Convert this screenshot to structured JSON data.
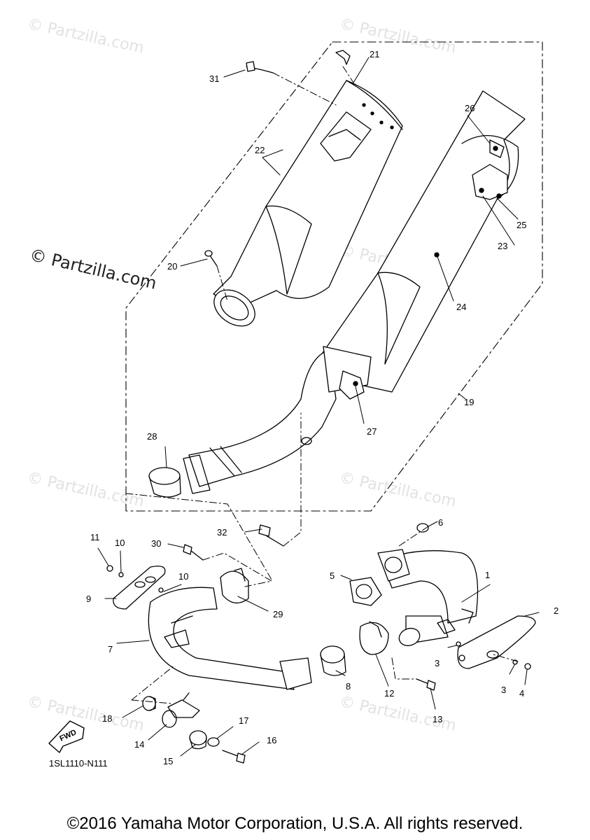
{
  "watermark": "© Partzilla.com",
  "brand_watermark": "© Partzilla.com",
  "diagram_code": "1SL1110-N111",
  "copyright": "©2016 Yamaha Motor Corporation, U.S.A. All rights reserved.",
  "fwd_label": "FWD",
  "callouts": [
    "1",
    "2",
    "3",
    "3",
    "4",
    "5",
    "6",
    "7",
    "8",
    "9",
    "10",
    "10",
    "11",
    "12",
    "13",
    "14",
    "15",
    "16",
    "17",
    "18",
    "19",
    "20",
    "21",
    "22",
    "23",
    "24",
    "25",
    "26",
    "27",
    "28",
    "29",
    "30",
    "31",
    "32"
  ]
}
